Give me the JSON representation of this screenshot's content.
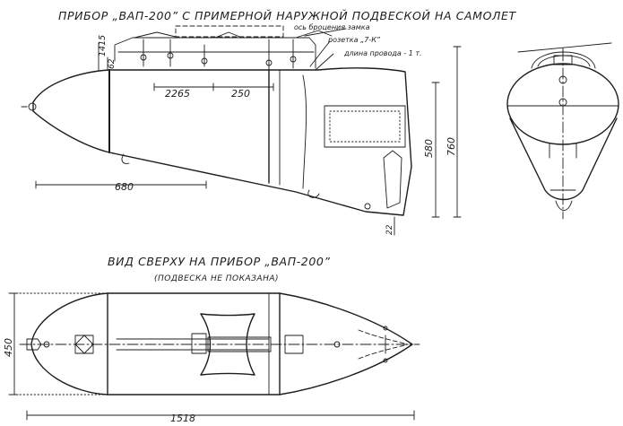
{
  "title": "ПРИБОР „ВАП-200” С ПРИМЕРНОЙ НАРУЖНОЙ ПОДВЕСКОЙ НА САМОЛЕТ",
  "side_view": {
    "callouts": {
      "lock_axis": "ось броцения замка",
      "socket": "розетка „7-К”",
      "wire_length": "длина провода - 1 т."
    },
    "dimensions": {
      "d_1415": "1415",
      "d_62": "62",
      "d_2265": "2265",
      "d_250": "250",
      "d_580": "580",
      "d_760": "760",
      "d_680": "680",
      "d_22": "22"
    }
  },
  "top_view": {
    "title": "ВИД СВЕРХУ НА ПРИБОР „ВАП-200”",
    "subtitle": "(ПОДВЕСКА НЕ ПОКАЗАНА)",
    "dimensions": {
      "d_450": "450",
      "d_1518": "1518"
    }
  }
}
